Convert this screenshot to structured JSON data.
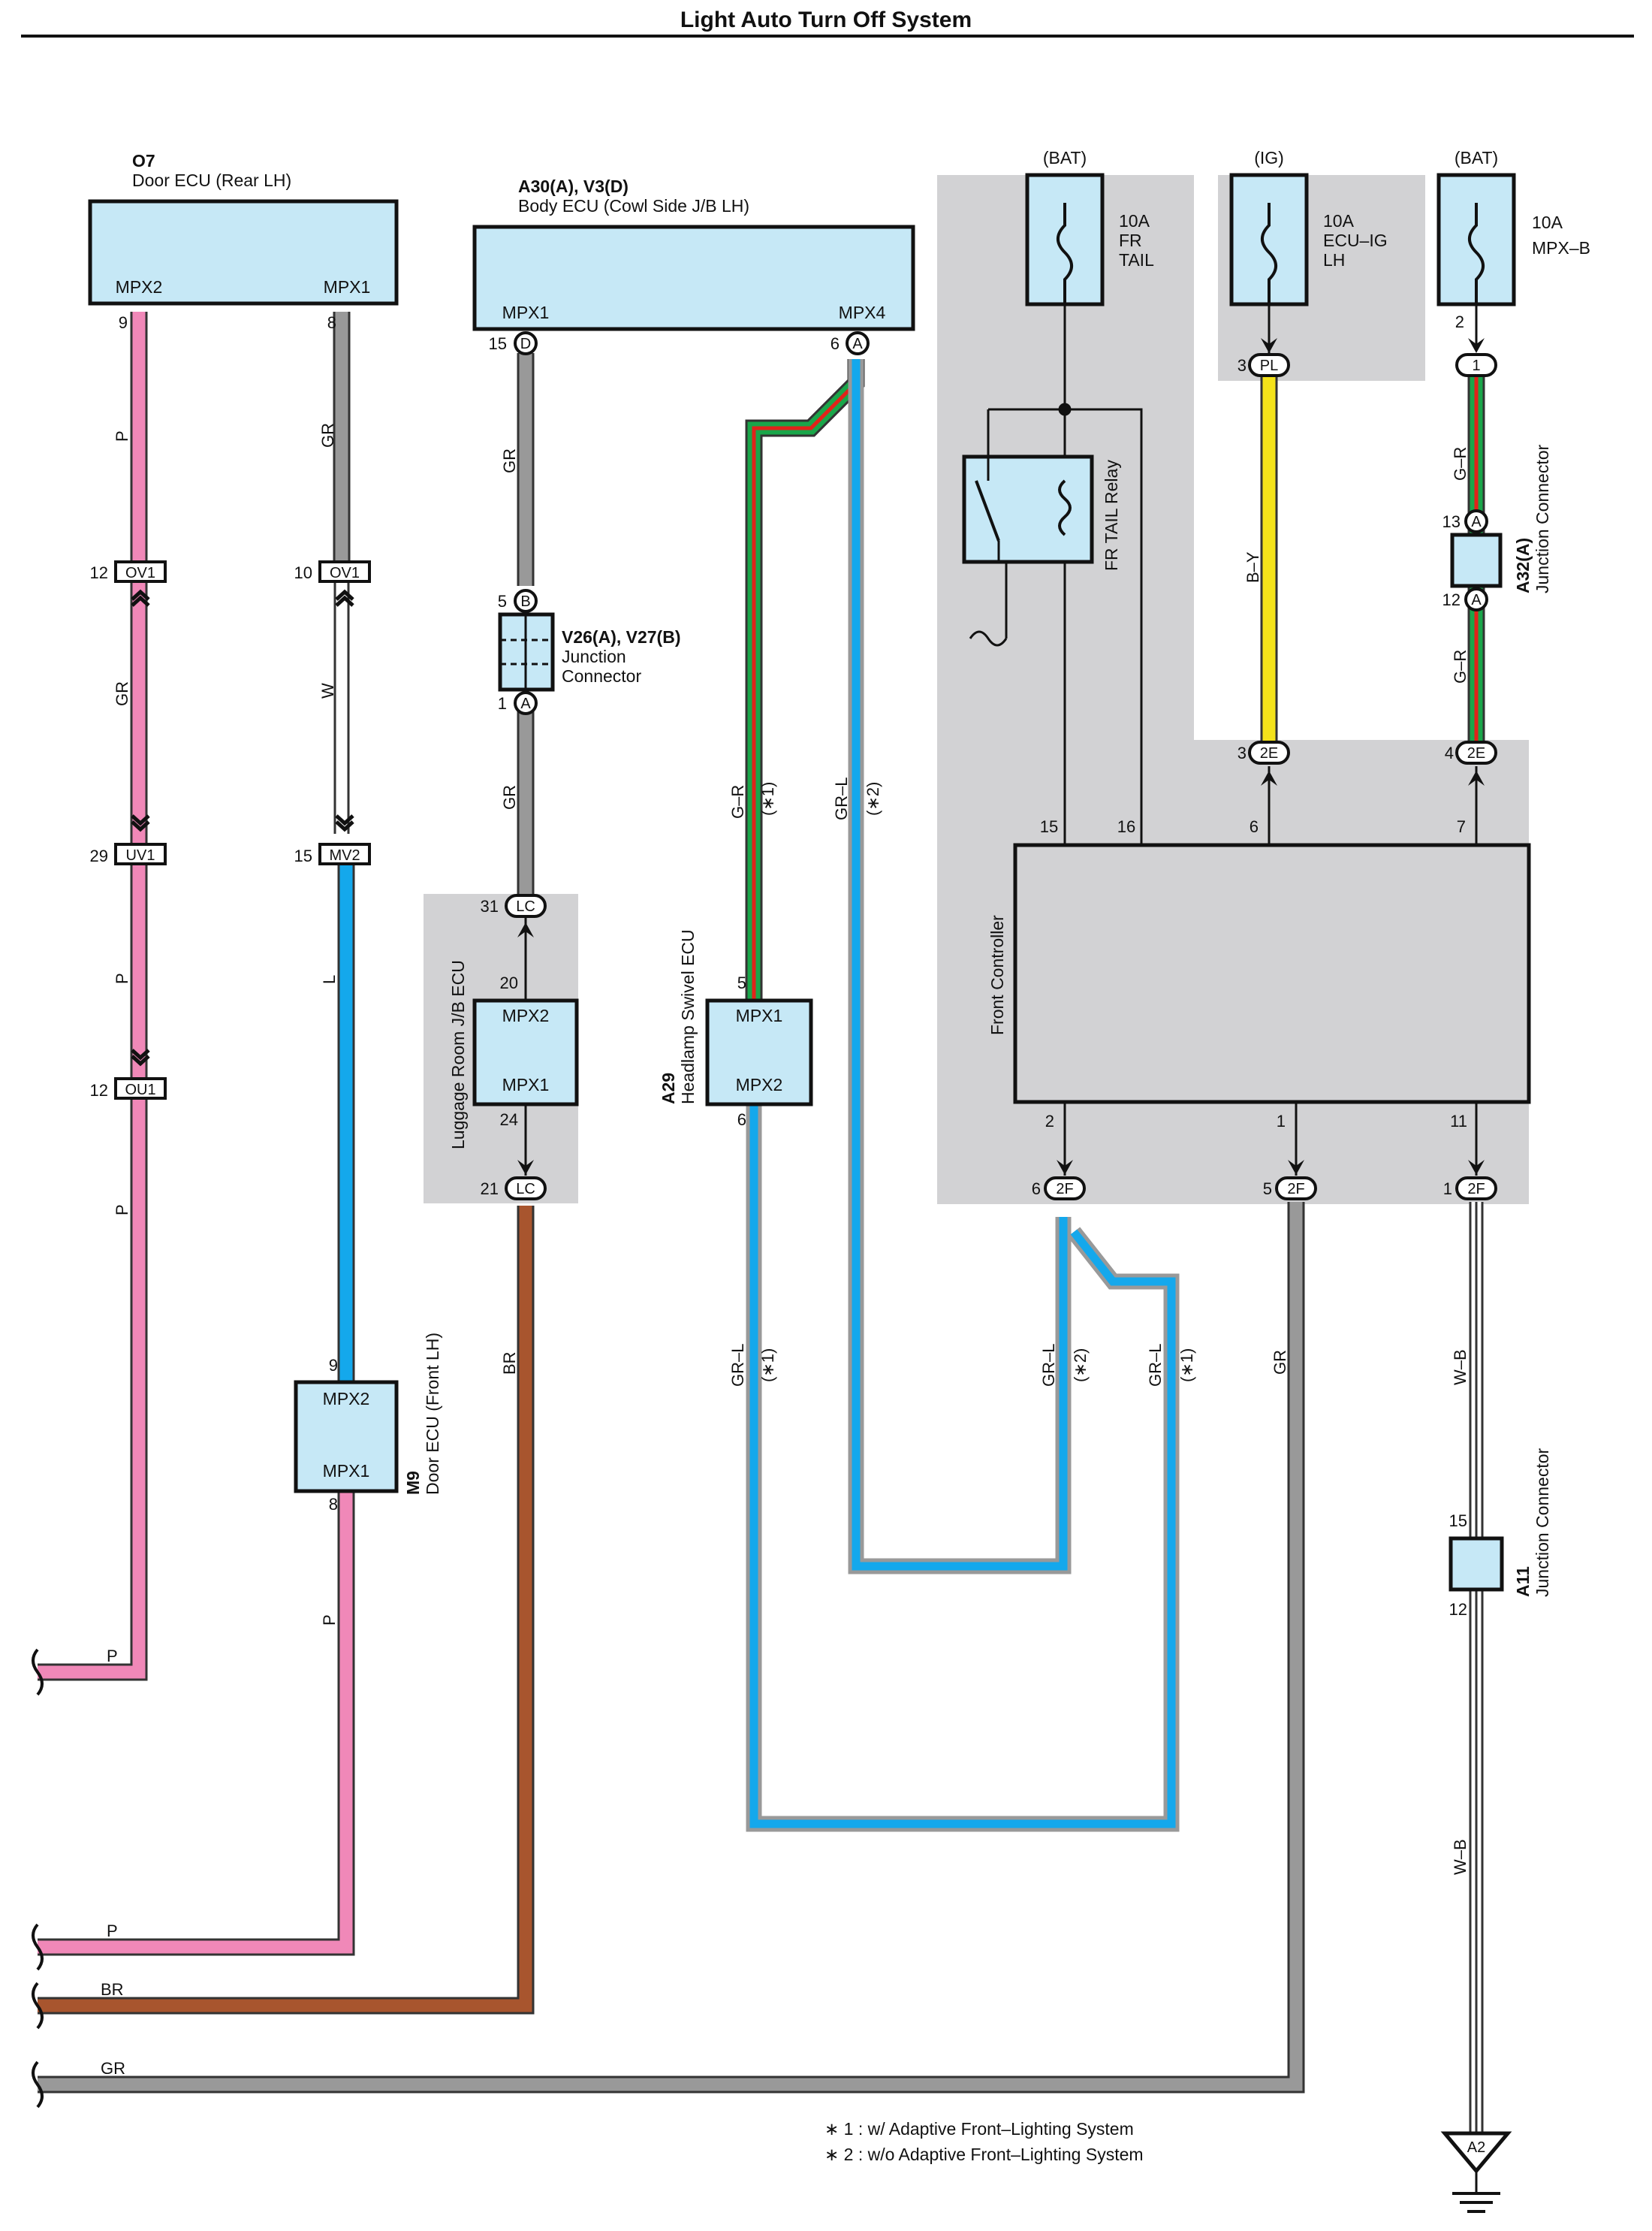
{
  "title": "Light Auto Turn Off System",
  "components": {
    "door_ecu_rear_lh": {
      "code": "O7",
      "name": "Door ECU (Rear LH)",
      "pin_left": "MPX2",
      "pin_right": "MPX1",
      "pin_left_no": "9",
      "pin_right_no": "8"
    },
    "body_ecu": {
      "code": "A30(A), V3(D)",
      "name": "Body ECU (Cowl Side J/B LH)",
      "pin_left": "MPX1",
      "pin_right": "MPX4",
      "pin_left_no": "15",
      "pin_right_no": "6",
      "conn_left": "D",
      "conn_right": "A"
    },
    "junction_v26": {
      "code": "V26(A), V27(B)",
      "name1": "Junction",
      "name2": "Connector",
      "top_pin": "5",
      "top_conn": "B",
      "bot_pin": "1",
      "bot_conn": "A"
    },
    "luggage_ecu": {
      "name": "Luggage Room J/B ECU",
      "pin_top": "MPX2",
      "pin_bot": "MPX1",
      "pin_top_no": "20",
      "pin_bot_no": "24"
    },
    "headlamp_swivel_ecu": {
      "code": "A29",
      "name": "Headlamp Swivel ECU",
      "pin_top": "MPX1",
      "pin_bot": "MPX2",
      "pin_top_no": "5",
      "pin_bot_no": "6"
    },
    "door_ecu_front_lh": {
      "code": "M9",
      "name": "Door ECU (Front LH)",
      "pin_top": "MPX2",
      "pin_bot": "MPX1",
      "pin_top_no": "9",
      "pin_bot_no": "8"
    },
    "front_controller": {
      "name": "Front Controller",
      "pins_top": [
        "15",
        "16",
        "6",
        "7"
      ],
      "pins_bottom": [
        "2",
        "1",
        "11"
      ]
    },
    "fr_tail_relay": {
      "name": "FR TAIL Relay"
    },
    "junction_a32": {
      "code": "A32(A)",
      "name": "Junction Connector",
      "top_pin": "13",
      "bot_pin": "12",
      "conn": "A"
    },
    "junction_a11": {
      "code": "A11",
      "name": "Junction Connector",
      "top_pin": "15",
      "bot_pin": "12"
    },
    "ground": {
      "code": "A2"
    }
  },
  "fuses": [
    {
      "source": "(BAT)",
      "rating": "10A",
      "line2": "FR",
      "line3": "TAIL"
    },
    {
      "source": "(IG)",
      "rating": "10A",
      "line2": "ECU–IG",
      "line3": "LH"
    },
    {
      "source": "(BAT)",
      "rating": "10A",
      "line2": "MPX–B",
      "line3": ""
    }
  ],
  "connectors": {
    "ov1_left": {
      "id": "OV1",
      "pin": "12"
    },
    "ov1_right": {
      "id": "OV1",
      "pin": "10"
    },
    "uv1": {
      "id": "UV1",
      "pin": "29"
    },
    "mv2": {
      "id": "MV2",
      "pin": "15"
    },
    "ou1": {
      "id": "OU1",
      "pin": "12"
    },
    "lc_top": {
      "id": "LC",
      "pin": "31"
    },
    "lc_bot": {
      "id": "LC",
      "pin": "21"
    },
    "pl": {
      "id": "PL",
      "pin": "3"
    },
    "c1": {
      "id": "1",
      "pin": "2"
    },
    "e2_left": {
      "id": "2E",
      "pin": "3"
    },
    "e2_right": {
      "id": "2E",
      "pin": "4"
    },
    "f2_a": {
      "id": "2F",
      "pin": "6"
    },
    "f2_b": {
      "id": "2F",
      "pin": "5"
    },
    "f2_c": {
      "id": "2F",
      "pin": "1"
    }
  },
  "wire_labels": {
    "p": "P",
    "gr": "GR",
    "w": "W",
    "l": "L",
    "br": "BR",
    "gr_l": "GR–L",
    "g_r": "G–R",
    "b_y": "B–Y",
    "w_b": "W–B",
    "note1": "(∗1)",
    "note2": "(∗2)"
  },
  "notes": [
    "∗ 1 : w/ Adaptive Front–Lighting System",
    "∗ 2 : w/o Adaptive Front–Lighting System"
  ],
  "colors": {
    "pink": "#f088b8",
    "gray": "#999999",
    "blue": "#14a8ec",
    "brown": "#a8552e",
    "yellow": "#f4e21a",
    "green": "#1aa64a",
    "red": "#e2231a",
    "box_fill": "#c6e8f6",
    "shade": "#d2d2d4"
  }
}
